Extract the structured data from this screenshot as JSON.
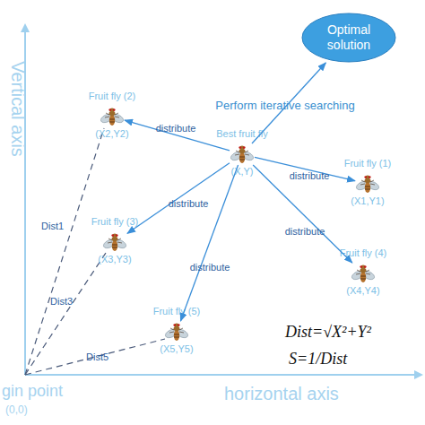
{
  "diagram": {
    "nodes": [
      {
        "text": [
          "Optimal solution"
        ]
      },
      {
        "text": [
          "Fruit fly (2)",
          "(X2,Y2)"
        ]
      },
      {
        "text": [
          "Best fruit fly",
          "(X,Y)"
        ]
      },
      {
        "text": [
          "Fruit fly (1)",
          "(X1,Y1)"
        ]
      },
      {
        "text": [
          "Fruit fly (3)",
          "(X3,Y3)"
        ]
      },
      {
        "text": [
          "Fruit fly (4)",
          "(X4,Y4)"
        ]
      },
      {
        "text": [
          "Fruit fly (5)",
          "(X5,Y5)"
        ]
      }
    ],
    "edges": [
      {
        "from": 2,
        "to": 1,
        "arrow": "to",
        "label": "distribute"
      },
      {
        "from": 2,
        "to": 0,
        "arrow": "to",
        "label": "Perform iterative searching"
      },
      {
        "from": 2,
        "to": 3,
        "arrow": "to",
        "label": "distribute"
      },
      {
        "from": 2,
        "to": 4,
        "arrow": "to",
        "label": "distribute"
      },
      {
        "from": 2,
        "to": 5,
        "arrow": "to",
        "label": "distribute"
      },
      {
        "from": 2,
        "to": 6,
        "arrow": "to",
        "label": "distribute"
      }
    ],
    "labels": [
      "Vertical axis",
      "gin point",
      "(0,0)",
      "horizontal axis",
      "Dist1",
      "Dist3",
      "Dist5",
      "Dist=√X²+Y²",
      "S=1/Dist"
    ]
  }
}
